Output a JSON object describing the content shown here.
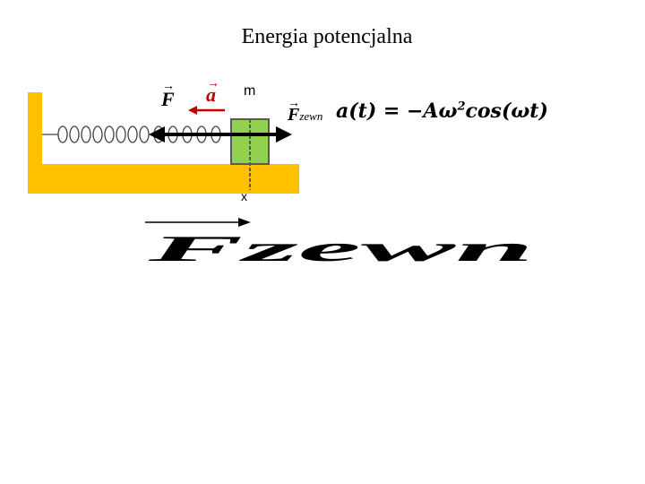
{
  "slide": {
    "title": "Energia potencjalna"
  },
  "diagram": {
    "label_F": "F",
    "label_a": "a",
    "label_Fzewn_base": "F",
    "label_Fzewn_sub": "zewn",
    "label_m": "m",
    "label_x": "x",
    "colors": {
      "floor": "#ffc000",
      "mass": "#92d050",
      "arrow_a": "#c00000",
      "spring": "#404040"
    }
  },
  "equation": {
    "lhs": "a(t) = −Aω",
    "exponent": "2",
    "rhs": "cos(ωt)"
  },
  "big_label": {
    "text": "Fzewn"
  }
}
